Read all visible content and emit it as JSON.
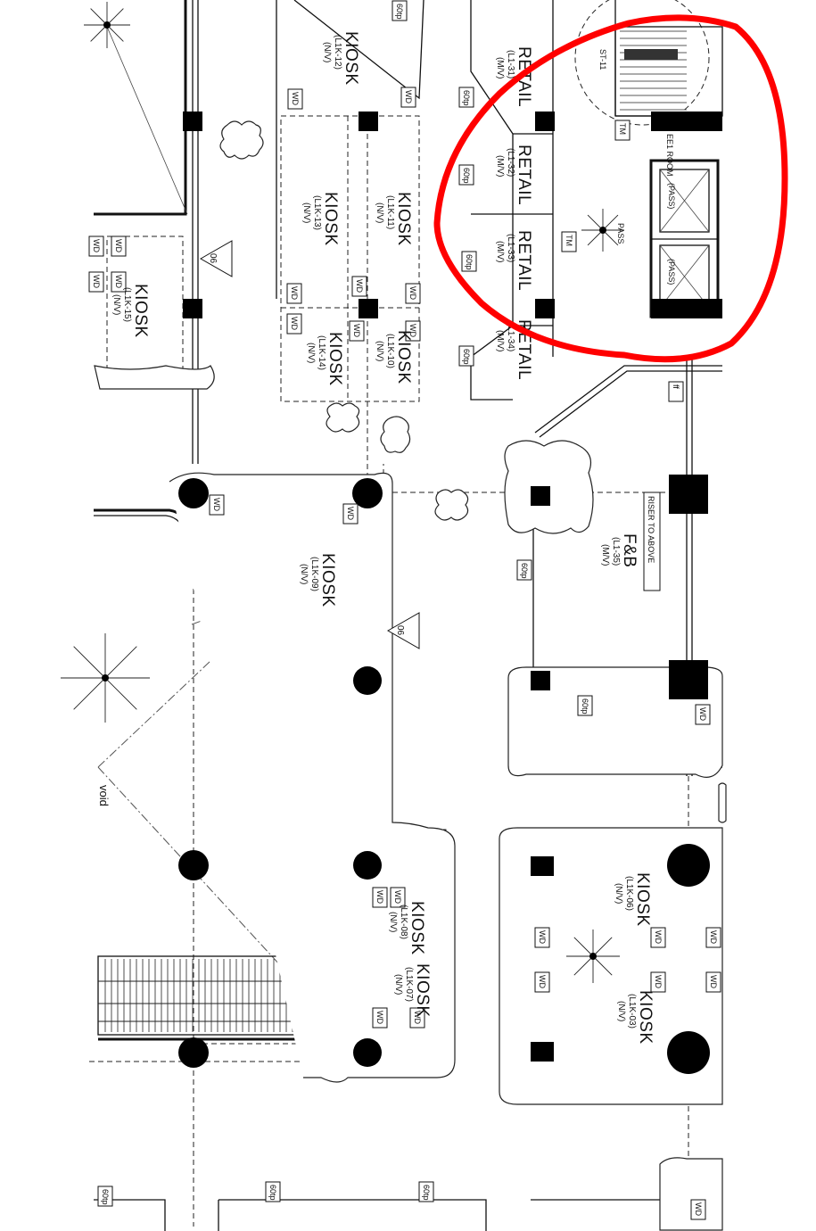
{
  "drawing": {
    "units": [
      {
        "id": "kiosk_12",
        "name": "KIOSK",
        "code": "(L1K-12)",
        "note": "(N/V)"
      },
      {
        "id": "kiosk_11",
        "name": "KIOSK",
        "code": "(L1K-11)",
        "note": "(N/V)"
      },
      {
        "id": "kiosk_13",
        "name": "KIOSK",
        "code": "(L1K-13)",
        "note": "(N/V)"
      },
      {
        "id": "kiosk_10",
        "name": "KIOSK",
        "code": "(L1K-10)",
        "note": "(N/V)"
      },
      {
        "id": "kiosk_14",
        "name": "KIOSK",
        "code": "(L1K-14)",
        "note": "(N/V)"
      },
      {
        "id": "kiosk_15",
        "name": "KIOSK",
        "code": "(L1K-15)",
        "note": "(N/V)"
      },
      {
        "id": "kiosk_09",
        "name": "KIOSK",
        "code": "(L1K-09)",
        "note": "(N/V)"
      },
      {
        "id": "kiosk_08",
        "name": "KIOSK",
        "code": "(L1K-08)",
        "note": "(N/V)"
      },
      {
        "id": "kiosk_07",
        "name": "KIOSK",
        "code": "(L1K-07)",
        "note": "(N/V)"
      },
      {
        "id": "kiosk_06",
        "name": "KIOSK",
        "code": "(L1K-06)",
        "note": "(N/V)"
      },
      {
        "id": "kiosk_03",
        "name": "KIOSK",
        "code": "(L1K-03)",
        "note": "(N/V)"
      },
      {
        "id": "retail_31",
        "name": "RETAIL",
        "code": "(L1-31)",
        "note": "(M/V)"
      },
      {
        "id": "retail_32",
        "name": "RETAIL",
        "code": "(L1-32)",
        "note": "(M/V)"
      },
      {
        "id": "retail_33",
        "name": "RETAIL",
        "code": "(L1-33)",
        "note": "(M/V)"
      },
      {
        "id": "retail_34",
        "name": "RETAIL",
        "code": "(L1-34)",
        "note": "(M/V)"
      },
      {
        "id": "fnb_35",
        "name": "F&B",
        "code": "(L1-35)",
        "note": "(M/V)"
      }
    ],
    "riser_label": "RISER TO ABOVE",
    "void_label": "void",
    "stair_label": "ST-11",
    "lift_label": "(PASS)",
    "lift_lobby_label": "PASS",
    "room_label": "EE1 ROOM",
    "section_marker": "06",
    "tags": {
      "tap": "WD",
      "grease": "60tp",
      "meter": "TM",
      "trap": "ff"
    },
    "markup": {
      "color": "#ff0000",
      "shape": "freehand-ellipse"
    }
  }
}
